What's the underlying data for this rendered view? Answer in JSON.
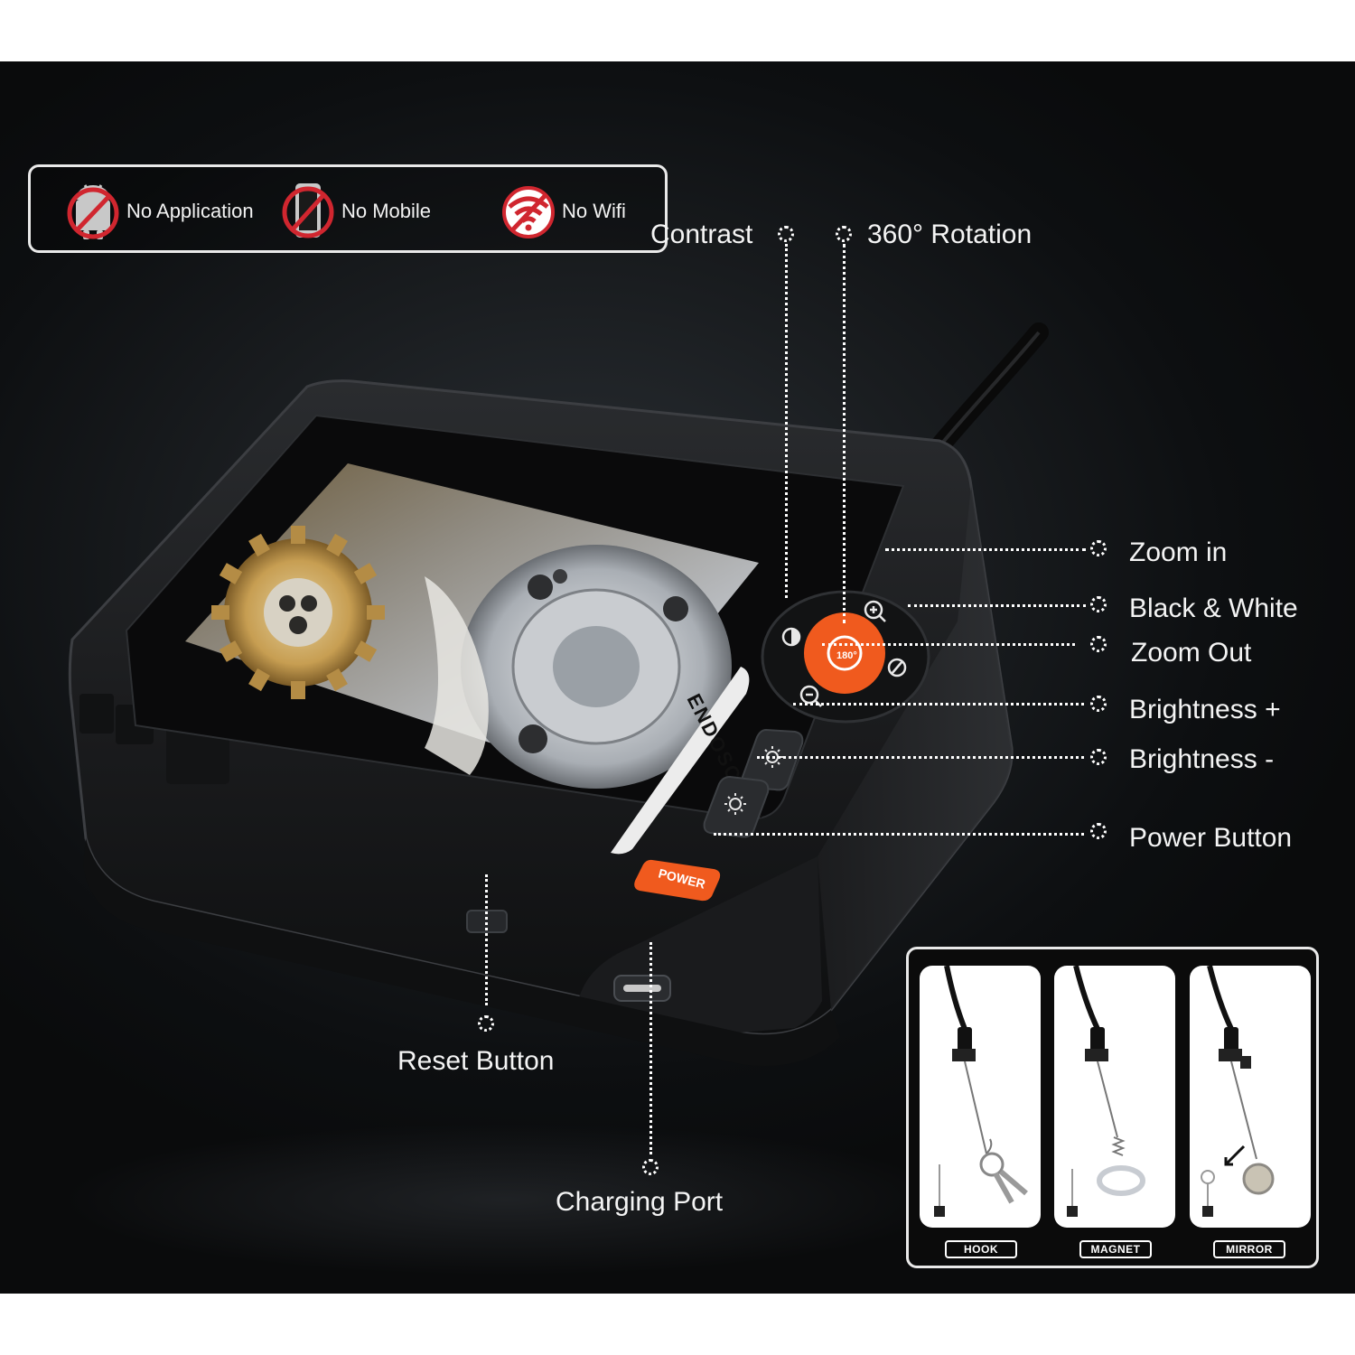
{
  "features": [
    {
      "label": "No Application",
      "icon": "no-android-icon"
    },
    {
      "label": "No Mobile",
      "icon": "no-mobile-icon"
    },
    {
      "label": "No Wifi",
      "icon": "no-wifi-icon"
    }
  ],
  "callouts": {
    "contrast": "Contrast",
    "rotation": "360° Rotation",
    "zoom_in": "Zoom in",
    "black_white": "Black & White",
    "zoom_out": "Zoom Out",
    "brightness_plus": "Brightness +",
    "brightness_minus": "Brightness -",
    "power_button": "Power Button",
    "reset_button": "Reset Button",
    "charging_port": "Charging Port"
  },
  "device": {
    "brand_text": "ENDOSCOPE",
    "power_label": "POWER",
    "rotate_label": "180°"
  },
  "attachments": [
    {
      "label": "HOOK"
    },
    {
      "label": "MAGNET"
    },
    {
      "label": "MIRROR"
    }
  ],
  "colors": {
    "accent_orange": "#f05a1e",
    "no_icon_red": "#d0262f"
  }
}
